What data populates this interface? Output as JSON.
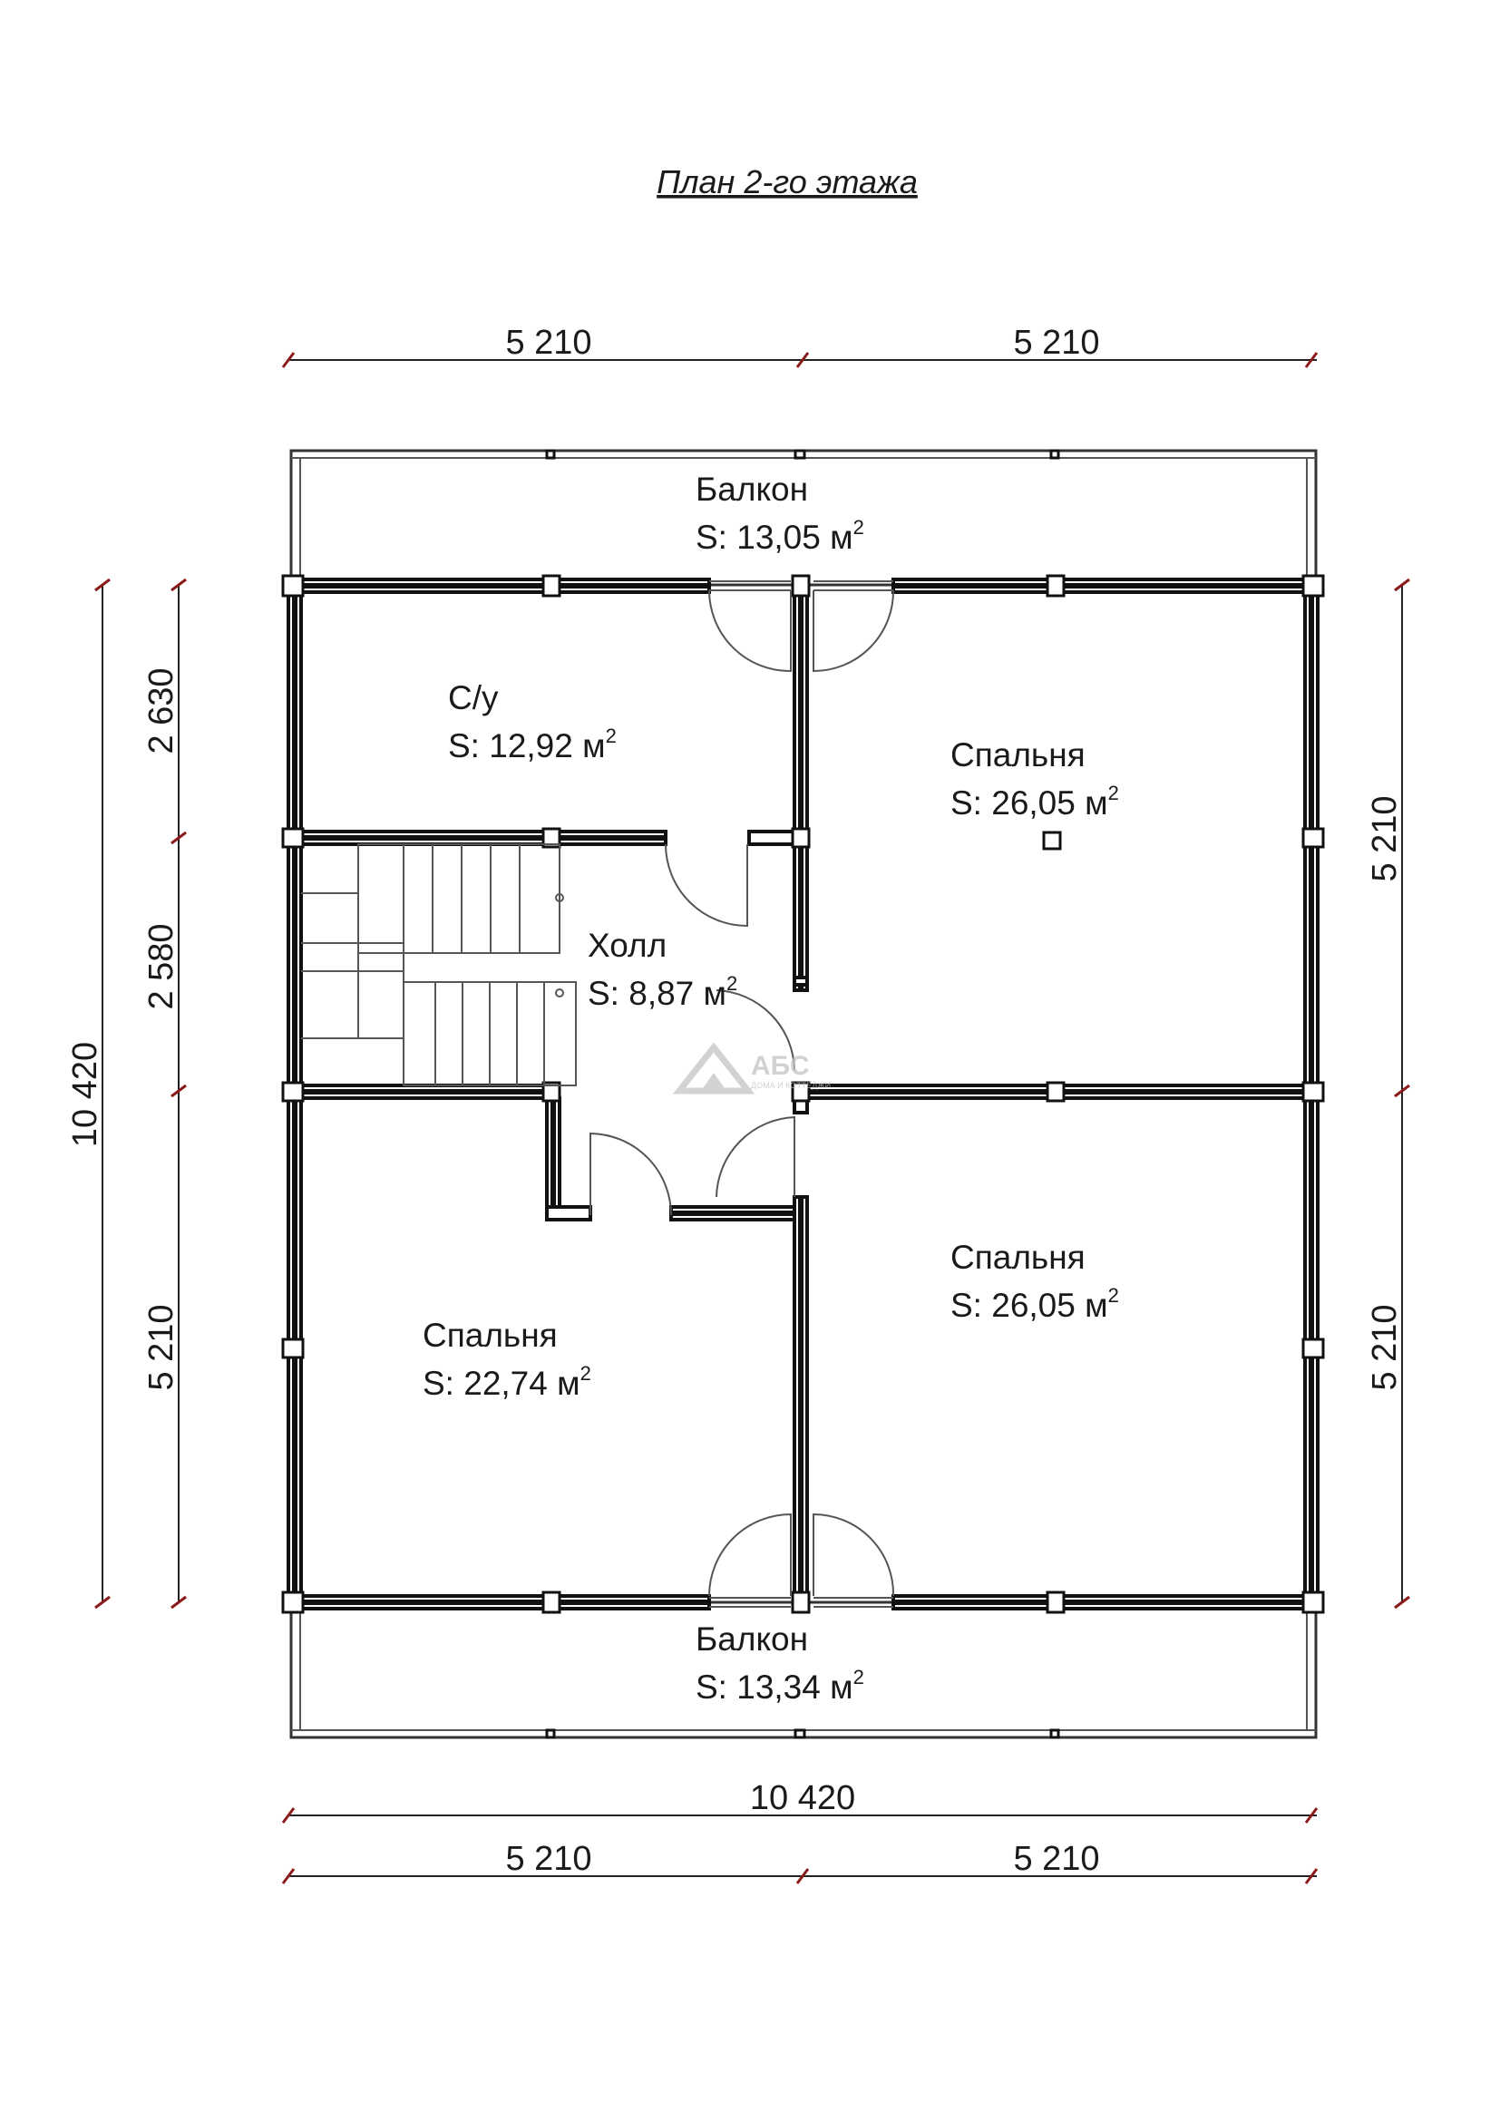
{
  "title": "План 2-го этажа",
  "rooms": [
    {
      "id": "balcony-top",
      "name": "Балкон",
      "area_prefix": "S:",
      "area": "13,05",
      "unit": "м",
      "exp": "2"
    },
    {
      "id": "bathroom",
      "name": "С/у",
      "area_prefix": "S:",
      "area": "12,92",
      "unit": "м",
      "exp": "2"
    },
    {
      "id": "bedroom-ne",
      "name": "Спальня",
      "area_prefix": "S:",
      "area": "26,05",
      "unit": "м",
      "exp": "2"
    },
    {
      "id": "hall",
      "name": "Холл",
      "area_prefix": "S:",
      "area": "8,87",
      "unit": "м",
      "exp": "2"
    },
    {
      "id": "bedroom-se",
      "name": "Спальня",
      "area_prefix": "S:",
      "area": "26,05",
      "unit": "м",
      "exp": "2"
    },
    {
      "id": "bedroom-sw",
      "name": "Спальня",
      "area_prefix": "S:",
      "area": "22,74",
      "unit": "м",
      "exp": "2"
    },
    {
      "id": "balcony-bottom",
      "name": "Балкон",
      "area_prefix": "S:",
      "area": "13,34",
      "unit": "м",
      "exp": "2"
    }
  ],
  "dimensions": {
    "top": [
      "5 210",
      "5 210"
    ],
    "bottom_total": "10 420",
    "bottom": [
      "5 210",
      "5 210"
    ],
    "left_outer": "10 420",
    "left_inner": [
      "2 630",
      "2 580",
      "5 210"
    ],
    "right": [
      "5 210",
      "5 210"
    ]
  },
  "watermark": {
    "brand": "АБС",
    "tagline": "ДОМА И КОТТЕДЖИ"
  }
}
